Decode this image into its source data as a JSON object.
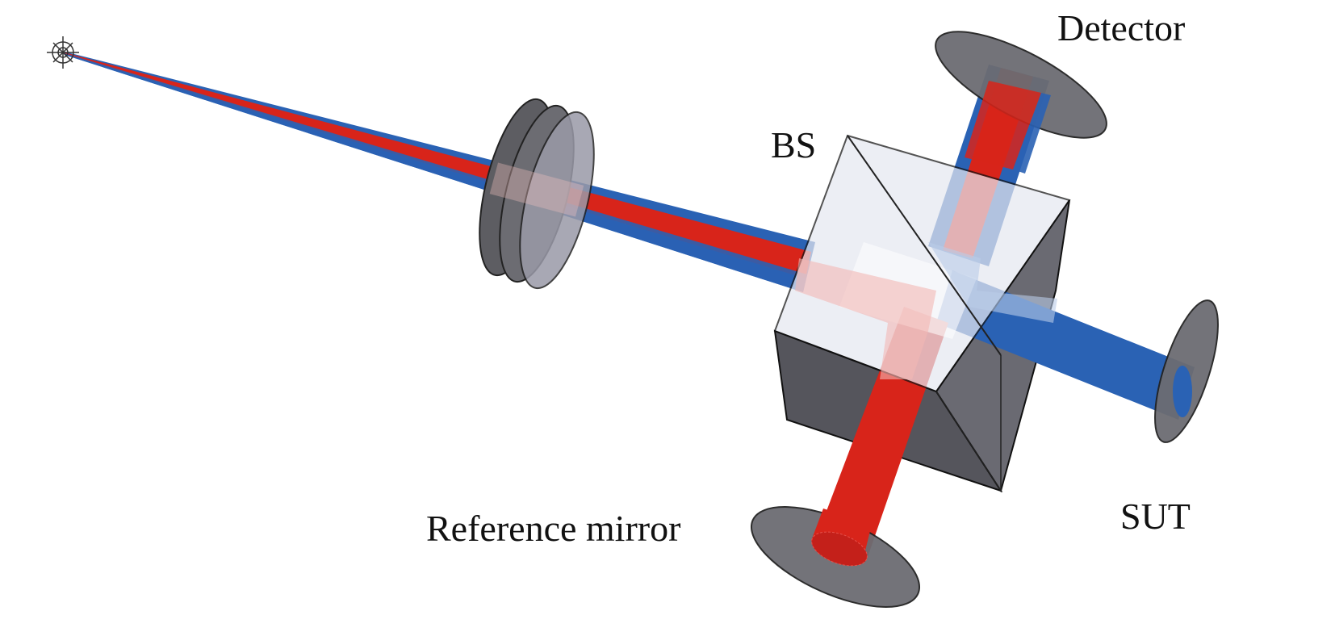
{
  "labels": {
    "detector": "Detector",
    "beam_splitter": "BS",
    "sut": "SUT",
    "reference_mirror": "Reference mirror"
  },
  "colors": {
    "red_beam": "#d8241a",
    "blue_beam": "#2a62b4",
    "component_gray": "#6c6c72",
    "cube_face": "#c9cbd6"
  },
  "icons": [
    "point-source-icon"
  ]
}
